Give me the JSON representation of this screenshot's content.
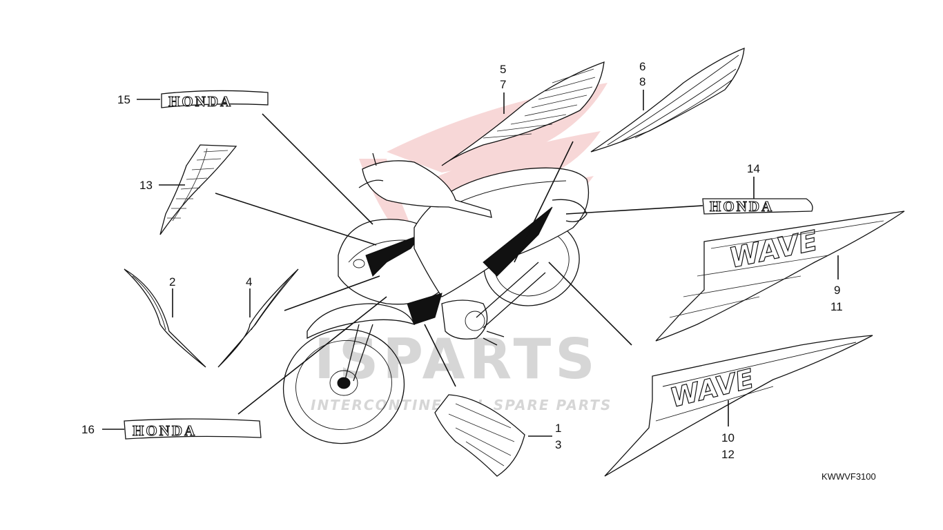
{
  "watermark": {
    "brand": "ISPARTS",
    "tagline": "INTERCONTINENTAL SPARE PARTS",
    "accent_color": "#e04040",
    "grey_color": "#d6d6d6"
  },
  "diagram": {
    "drawing_code": "KWWVF3100",
    "decal_text": "HONDA",
    "model_text": "WAVE",
    "callouts": {
      "c1": "1",
      "c2": "2",
      "c3": "3",
      "c4": "4",
      "c5": "5",
      "c6": "6",
      "c7": "7",
      "c8": "8",
      "c9": "9",
      "c10": "10",
      "c11": "11",
      "c12": "12",
      "c13": "13",
      "c14": "14",
      "c15": "15",
      "c16": "16"
    }
  }
}
